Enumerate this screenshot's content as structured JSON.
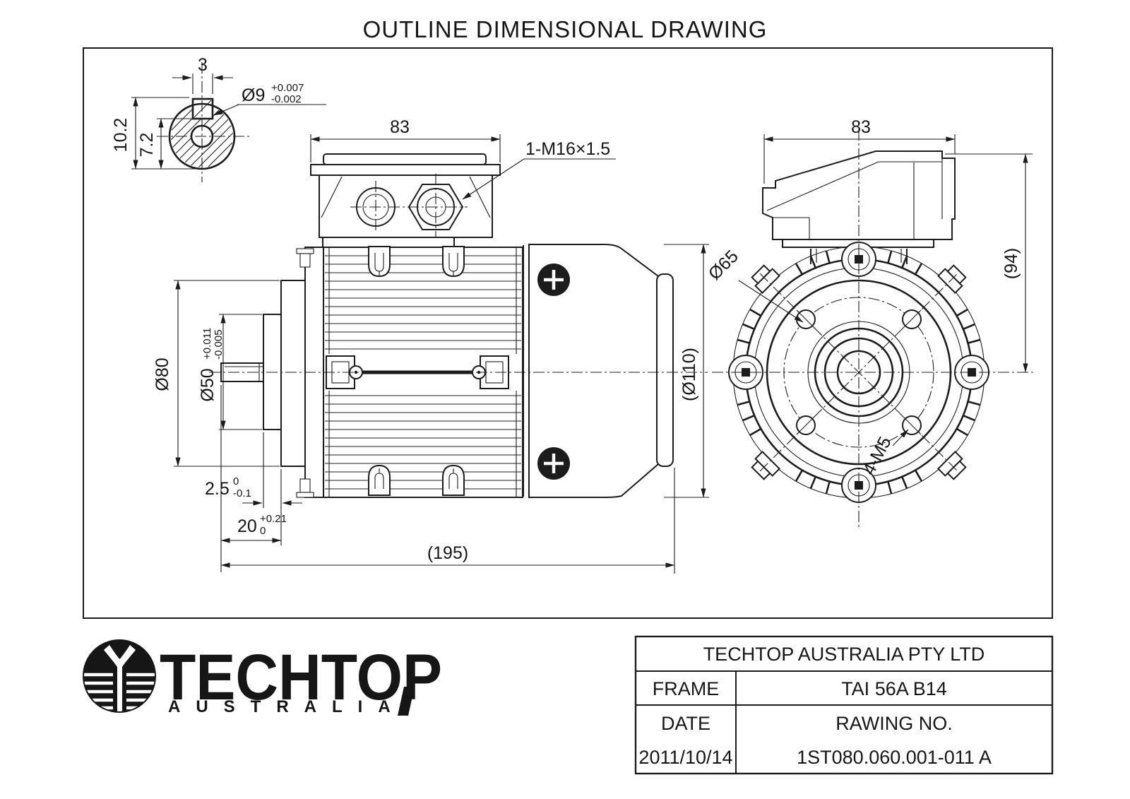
{
  "title": "OUTLINE DIMENSIONAL DRAWING",
  "shaft_section": {
    "key_width": "3",
    "total_height": "10.2",
    "key_depth": "7.2",
    "shaft_dia": "Ø9",
    "shaft_tol_upper": "+0.007",
    "shaft_tol_lower": "-0.002"
  },
  "side_view": {
    "terminal_box_width": "83",
    "cable_gland": "1-M16×1.5",
    "flange_dia": "Ø80",
    "spigot_dia": "Ø50",
    "spigot_tol_upper": "+0.011",
    "spigot_tol_lower": "-0.005",
    "flange_lip": "2.5",
    "flange_lip_tol_upper": "0",
    "flange_lip_tol_lower": "-0.1",
    "shaft_length": "20",
    "shaft_length_tol_upper": "+0.21",
    "shaft_length_tol_lower": "0",
    "overall_length": "(195)",
    "body_dia": "(Ø110)"
  },
  "front_view": {
    "terminal_box_width": "83",
    "box_height_ref": "(94)",
    "bolt_circle_dia": "Ø65",
    "mounting_holes": "4-M5"
  },
  "title_block": {
    "company": "TECHTOP AUSTRALIA PTY LTD",
    "frame_label": "FRAME",
    "frame_value": "TAI 56A B14",
    "date_label": "DATE",
    "drawing_no_label": "RAWING NO.",
    "date_value": "2011/10/14",
    "drawing_no_value": "1ST080.060.001-011 A"
  },
  "logo": {
    "brand": "TECHTOP",
    "region": "AUSTRALIA"
  }
}
